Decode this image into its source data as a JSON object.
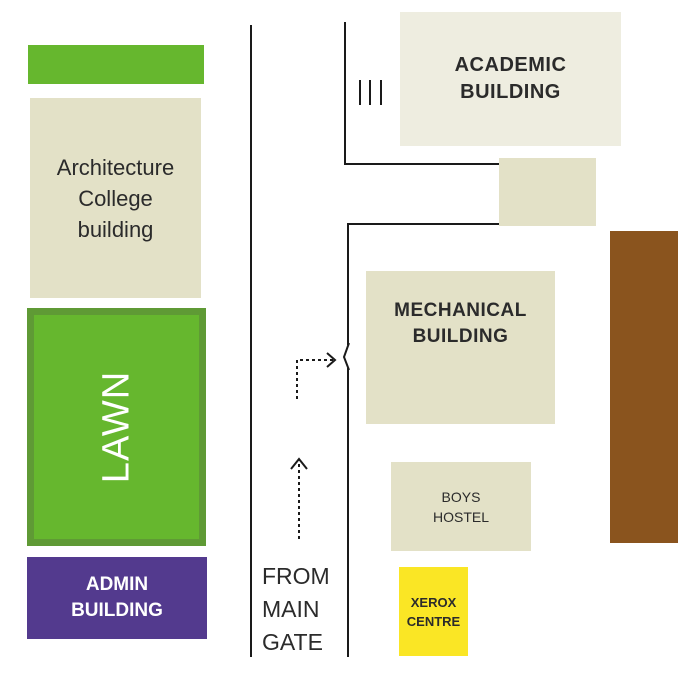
{
  "buildings": {
    "architecture": {
      "lines": [
        "Architecture",
        "College",
        "building"
      ]
    },
    "lawn": {
      "label": "LAWN"
    },
    "admin": {
      "lines": [
        "ADMIN",
        "BUILDING"
      ]
    },
    "academic": {
      "lines": [
        "ACADEMIC",
        "BUILDING"
      ]
    },
    "mechanical": {
      "lines": [
        "MECHANICAL",
        "BUILDING"
      ]
    },
    "boys_hostel": {
      "lines": [
        "BOYS",
        "HOSTEL"
      ]
    },
    "xerox": {
      "lines": [
        "XEROX",
        "CENTRE"
      ]
    }
  },
  "directions": {
    "main_gate": [
      "FROM",
      "MAIN",
      "GATE"
    ]
  },
  "colors": {
    "lawn_green": "#66b72e",
    "lawn_border": "#5f9a35",
    "building_beige": "#e3e1c7",
    "academic_beige": "#eeede0",
    "admin_purple": "#533a8e",
    "xerox_yellow": "#fae625",
    "brown_block": "#8a541e",
    "road_line": "#1a1a1a"
  },
  "icons": [
    "up-arrow-icon",
    "right-turn-arrow-icon"
  ]
}
